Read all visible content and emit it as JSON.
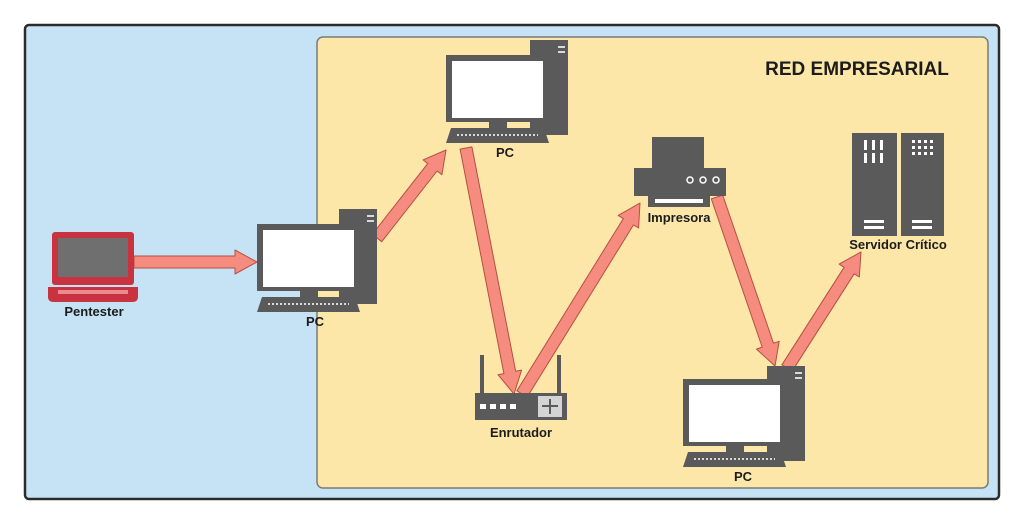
{
  "diagram": {
    "region_title": "RED EMPRESARIAL",
    "nodes": [
      {
        "id": "pentester",
        "label": "Pentester",
        "icon": "laptop-icon"
      },
      {
        "id": "pc1",
        "label": "PC",
        "icon": "desktop-pc-icon"
      },
      {
        "id": "pc2",
        "label": "PC",
        "icon": "desktop-pc-icon"
      },
      {
        "id": "router",
        "label": "Enrutador",
        "icon": "router-icon"
      },
      {
        "id": "printer",
        "label": "Impresora",
        "icon": "printer-icon"
      },
      {
        "id": "pc3",
        "label": "PC",
        "icon": "desktop-pc-icon"
      },
      {
        "id": "server",
        "label": "Servidor Crítico",
        "icon": "server-icon"
      }
    ],
    "edges": [
      {
        "from": "pentester",
        "to": "pc1"
      },
      {
        "from": "pc1",
        "to": "pc2"
      },
      {
        "from": "pc2",
        "to": "router"
      },
      {
        "from": "router",
        "to": "printer"
      },
      {
        "from": "printer",
        "to": "pc3"
      },
      {
        "from": "pc3",
        "to": "server"
      }
    ]
  },
  "colors": {
    "outer_background": "#c5e3f5",
    "network_area": "#fde7a8",
    "arrow_fill": "#f68b80",
    "arrow_stroke": "#b55040",
    "device_dark": "#5a5a5a",
    "laptop_red": "#c93340"
  }
}
